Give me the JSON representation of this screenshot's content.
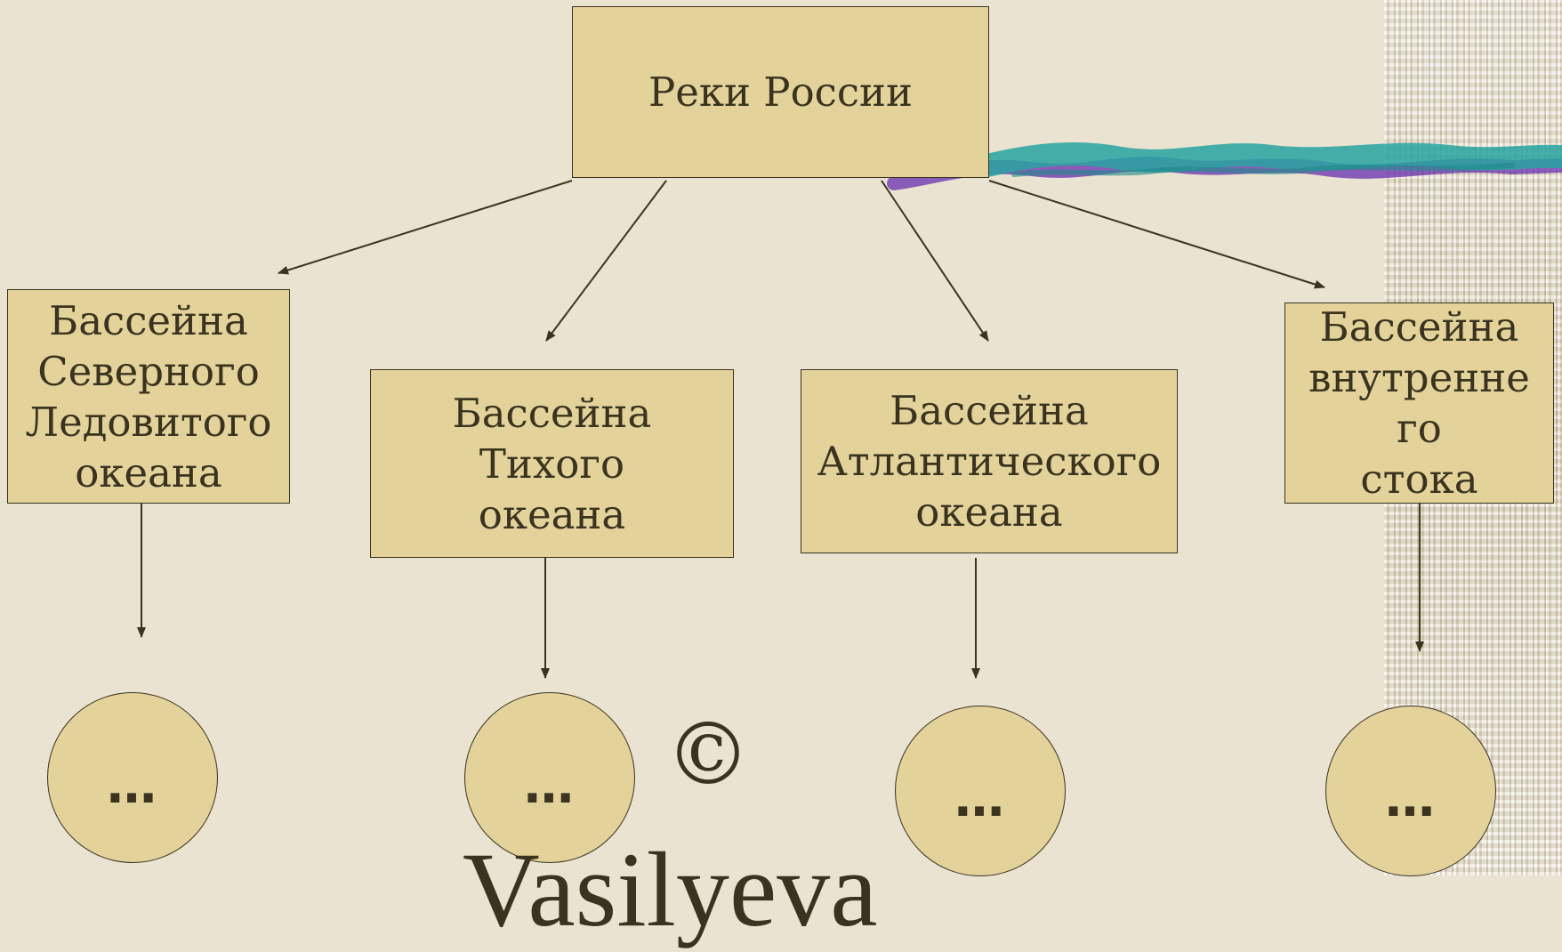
{
  "diagram": {
    "root": "Реки России",
    "basins": [
      "Бассейна\nСеверного\nЛедовитого\nокеана",
      "Бассейна\nТихого\nокеана",
      "Бассейна\nАтлантического\nокеана",
      "Бассейна\nвнутренне\nго\nстока"
    ],
    "leaves": [
      "…",
      "…",
      "…",
      "…"
    ]
  },
  "watermark": {
    "symbol": "©",
    "text": "Vasilyeva"
  },
  "colors": {
    "background": "#ebe3d1",
    "box_fill": "#e3d39b",
    "stroke": "#3a3320",
    "stroke_teal": "#27a3a0",
    "stroke_purple": "#6a2fb0"
  }
}
